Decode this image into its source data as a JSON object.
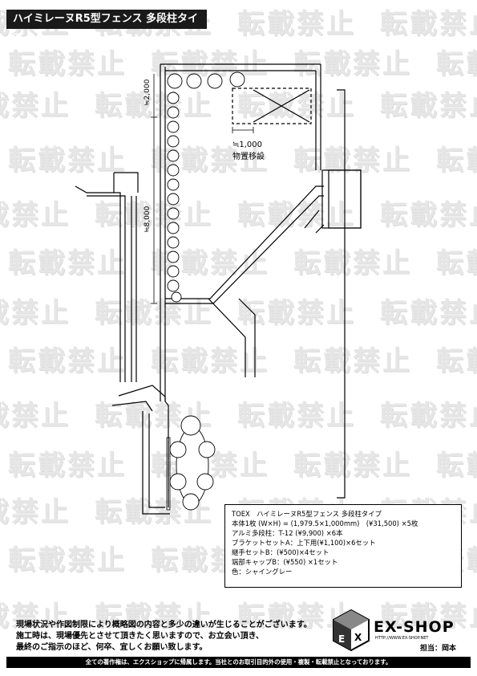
{
  "title": "ハイミレーヌR5型フェンス 多段柱タイプ",
  "watermark": "転載禁止",
  "drawing": {
    "dim_top": "≒2,000",
    "dim_side": "≒8,000",
    "dim_small": "≒1,000",
    "relocate_label": "物置移設"
  },
  "spec": {
    "lines": [
      "TOEX　ハイミレーヌR5型フェンス 多段柱タイプ",
      "本体1枚 (W×H) = (1,979.5×1,000mm)　(¥31,500) ×5枚",
      "アルミ多段柱：T-12 (¥9,900) ×6本",
      "ブラケットセットA：上下用(¥1,100)×6セット",
      "継手セットB：(¥500)×4セット",
      "端部キャップB：(¥550) ×1セット",
      "色：シャイングレー"
    ]
  },
  "notes": [
    "現場状況や作図制限により概略図の内容と多少の違いが生じることがございます。",
    "施工時は、現場優先とさせて頂きたく思いますので、お立会い頂き、",
    "最終のご指示のほど、何卒、宜しくお願い致します。"
  ],
  "logo": {
    "brand": "EX-SHOP",
    "url": "HTTP://WWW.EX-SHOP.NET",
    "person": "担当：岡本",
    "icon": "ex-shop-cube-icon"
  },
  "footer": "全ての著作権は、エクスショップに帰属します。当社とのお取引目的外の使用・複製・転載禁止となっております。"
}
